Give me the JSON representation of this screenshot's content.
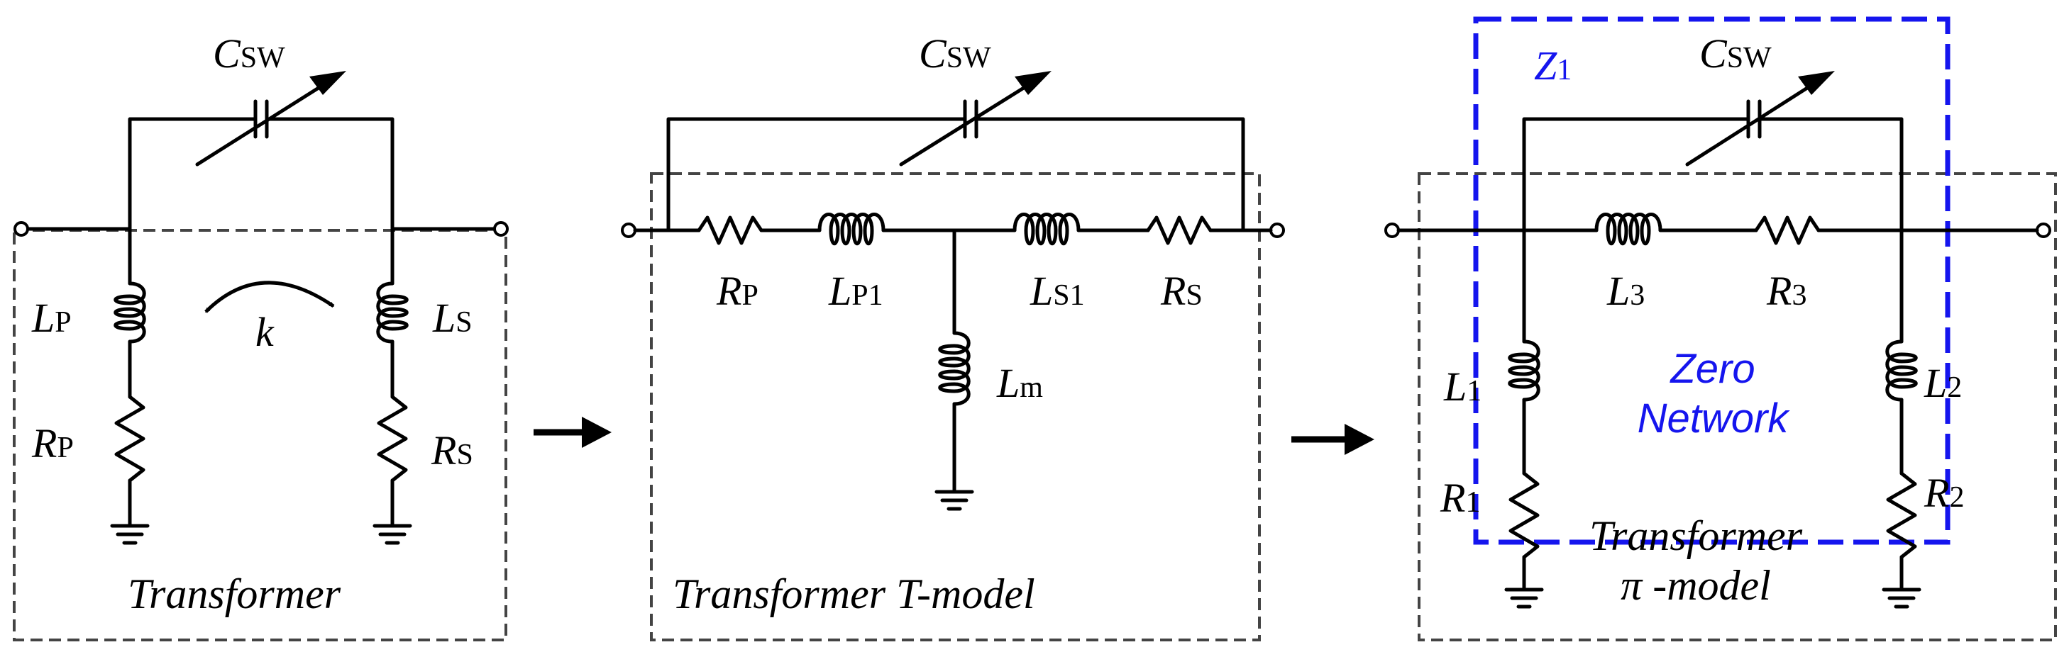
{
  "colors": {
    "ink": "#000000",
    "box": "#444444",
    "zero_network": "#1515ee"
  },
  "panel1": {
    "caption": "Transformer",
    "csw": {
      "main": "C",
      "sub": "SW"
    },
    "lp": {
      "main": "L",
      "sub": "P"
    },
    "ls": {
      "main": "L",
      "sub": "S"
    },
    "rp": {
      "main": "R",
      "sub": "P"
    },
    "rs": {
      "main": "R",
      "sub": "S"
    },
    "k": "k"
  },
  "panel2": {
    "caption": "Transformer T-model",
    "csw": {
      "main": "C",
      "sub": "SW"
    },
    "rp": {
      "main": "R",
      "sub": "P"
    },
    "lp1": {
      "main": "L",
      "sub": "P1"
    },
    "ls1": {
      "main": "L",
      "sub": "S1"
    },
    "rs": {
      "main": "R",
      "sub": "S"
    },
    "lm": {
      "main": "L",
      "sub": "m"
    }
  },
  "panel3": {
    "caption_line1": "Transformer",
    "caption_line2": "π -model",
    "z1": {
      "main": "Z",
      "sub": "1"
    },
    "csw": {
      "main": "C",
      "sub": "SW"
    },
    "l3": {
      "main": "L",
      "sub": "3"
    },
    "r3": {
      "main": "R",
      "sub": "3"
    },
    "l1": {
      "main": "L",
      "sub": "1"
    },
    "r1": {
      "main": "R",
      "sub": "1"
    },
    "l2": {
      "main": "L",
      "sub": "2"
    },
    "r2": {
      "main": "R",
      "sub": "2"
    },
    "zero_line1": "Zero",
    "zero_line2": "Network"
  }
}
